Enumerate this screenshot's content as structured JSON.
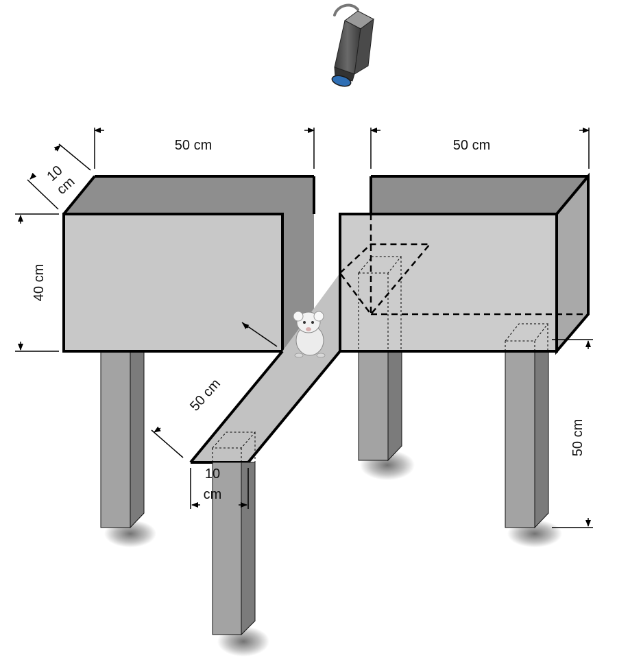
{
  "labels": {
    "left_width": "50 cm",
    "right_width": "50 cm",
    "depth_top": "10",
    "depth_bottom": "cm",
    "height": "40 cm",
    "bridge_length": "50 cm",
    "bridge_width_top": "10",
    "bridge_width_bottom": "cm",
    "leg_height": "50 cm"
  },
  "colors": {
    "background": "#ffffff",
    "box_front": "#c8c8c8",
    "box_inner": "#8e8e8e",
    "box_side": "#a9a9a9",
    "leg_front": "#a3a3a3",
    "leg_side": "#7b7b7b",
    "outline": "#000000",
    "camera_body": "#5a5a5a",
    "camera_lens": "#2f6fb5"
  },
  "icons": {
    "camera": "camera-icon",
    "rat": "rat-icon"
  }
}
